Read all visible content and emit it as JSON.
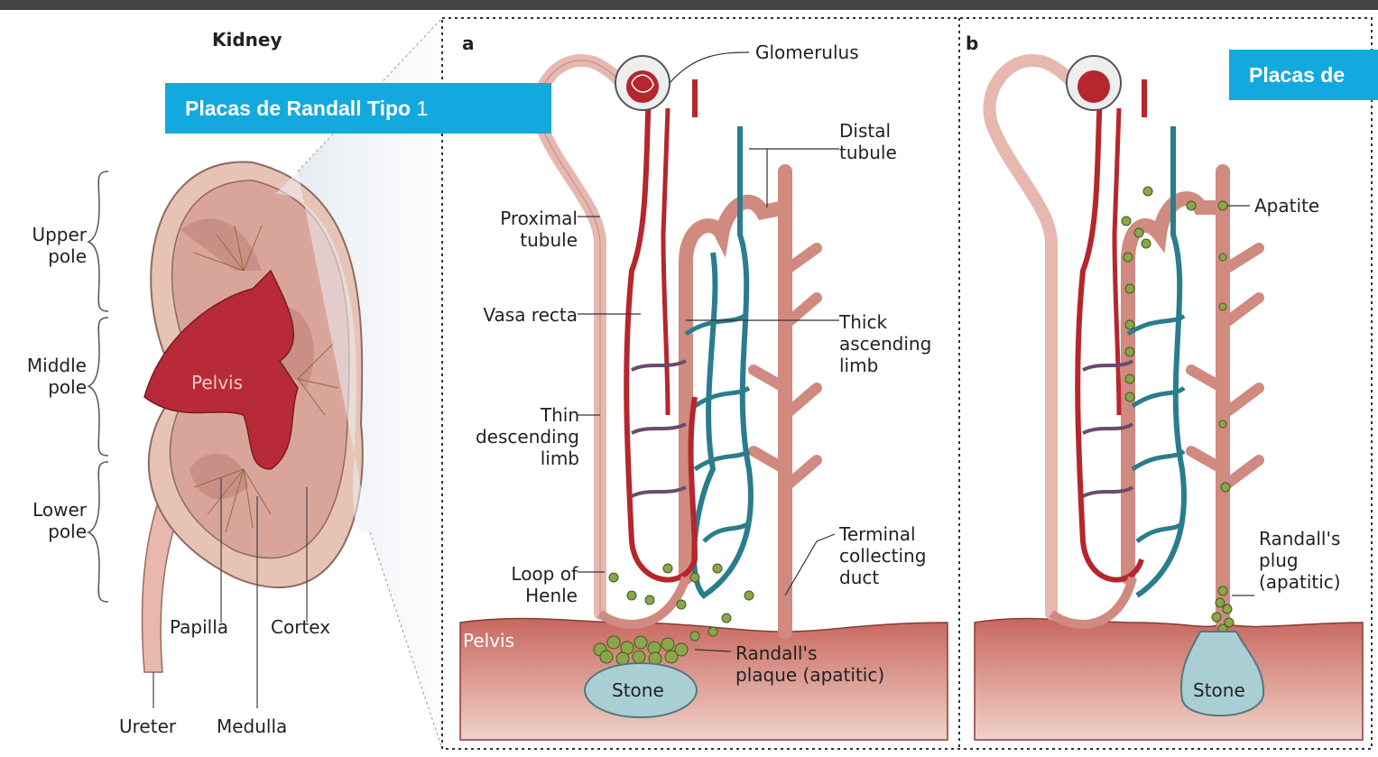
{
  "banners": {
    "left_bold": "Placas de Randall Tipo",
    "left_plain": "1",
    "right_bold": "Placas de"
  },
  "kidney": {
    "title": "Kidney",
    "upper_pole": [
      "Upper",
      "pole"
    ],
    "middle_pole": [
      "Middle",
      "pole"
    ],
    "lower_pole": [
      "Lower",
      "pole"
    ],
    "pelvis": "Pelvis",
    "papilla": "Papilla",
    "cortex": "Cortex",
    "ureter": "Ureter",
    "medulla": "Medulla"
  },
  "panel_a": {
    "letter": "a",
    "glomerulus": "Glomerulus",
    "distal_tubule": [
      "Distal",
      "tubule"
    ],
    "proximal_tubule": [
      "Proximal",
      "tubule"
    ],
    "vasa_recta": "Vasa recta",
    "thick_ascending_limb": [
      "Thick",
      "ascending",
      "limb"
    ],
    "thin_descending_limb": [
      "Thin",
      "descending",
      "limb"
    ],
    "loop_of_henle": [
      "Loop of",
      "Henle"
    ],
    "terminal_collecting_duct": [
      "Terminal",
      "collecting",
      "duct"
    ],
    "pelvis": "Pelvis",
    "randalls_plaque": [
      "Randall's",
      "plaque (apatitic)"
    ],
    "stone": "Stone"
  },
  "panel_b": {
    "letter": "b",
    "apatite": "Apatite",
    "randalls_plug": [
      "Randall's",
      "plug",
      "(apatitic)"
    ],
    "stone": "Stone"
  },
  "colors": {
    "banner": "#13a9de",
    "artery": "#b5262d",
    "tubule": "#d08a80",
    "vein": "#2a7d8c",
    "stone": "#a9cfd4",
    "apatite": "#8ba54a"
  }
}
